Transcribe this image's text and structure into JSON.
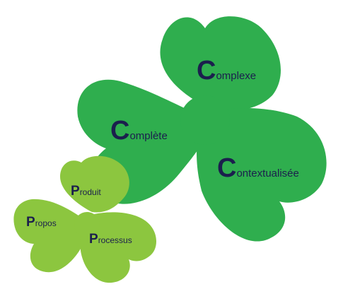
{
  "big_clover": {
    "color": "#2fae4e",
    "labels": {
      "complexe": {
        "initial": "C",
        "rest": "omplexe"
      },
      "complete": {
        "initial": "C",
        "rest": "omplète"
      },
      "contextualisee": {
        "initial": "C",
        "rest": "ontextualisée"
      }
    }
  },
  "small_clover": {
    "color": "#8cc63f",
    "labels": {
      "produit": {
        "initial": "P",
        "rest": "roduit"
      },
      "propos": {
        "initial": "P",
        "rest": "ropos"
      },
      "processus": {
        "initial": "P",
        "rest": "rocessus"
      }
    }
  },
  "text_color": "#1b1f4d"
}
